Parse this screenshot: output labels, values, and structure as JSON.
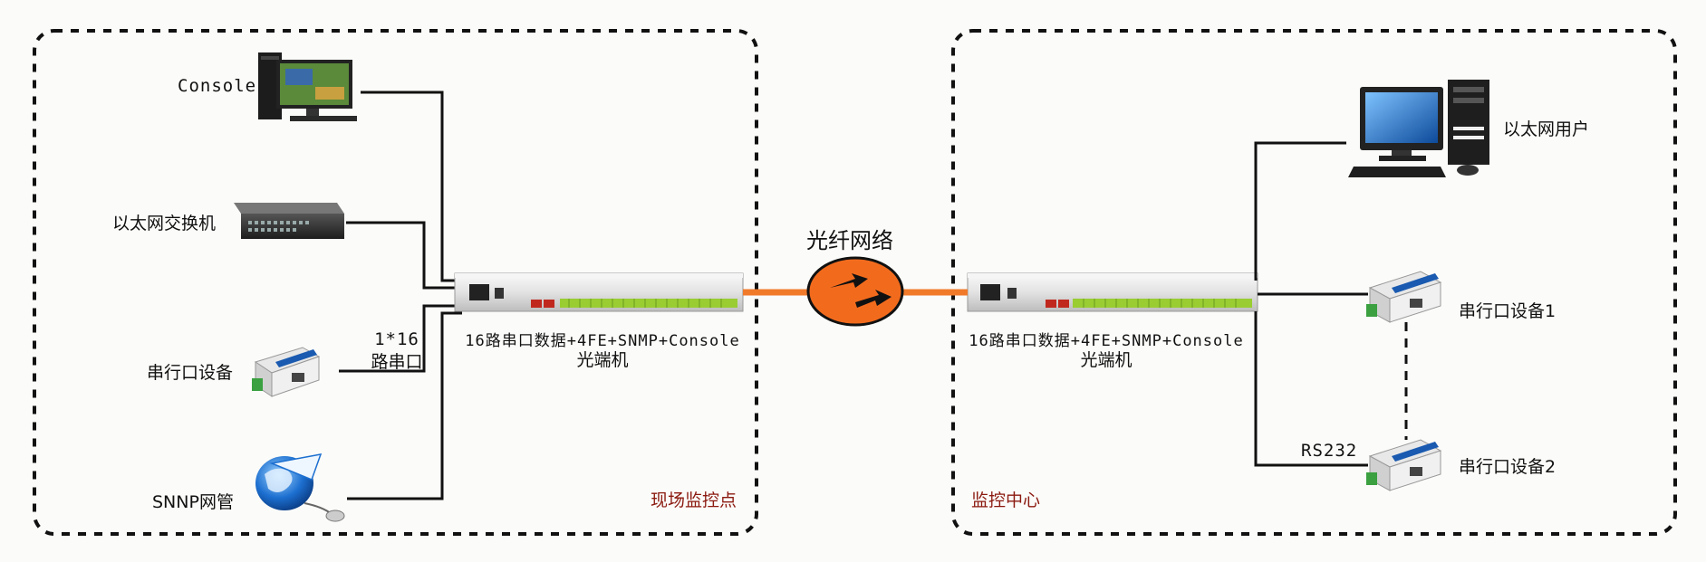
{
  "left_site": {
    "zone_label": "现场监控点",
    "console_label": "Console",
    "switch_label": "以太网交换机",
    "serial_label": "串行口设备",
    "serial_link_label_1": "1*16",
    "serial_link_label_2": "路串口",
    "snmp_label": "SNNP网管",
    "device_label_1": "16路串口数据+4FE+SNMP+Console",
    "device_label_2": "光端机"
  },
  "network": {
    "label": "光纤网络"
  },
  "right_site": {
    "zone_label": "监控中心",
    "ethernet_user_label": "以太网用户",
    "serial1_label": "串行口设备1",
    "serial2_label": "串行口设备2",
    "rs232_label": "RS232",
    "device_label_1": "16路串口数据+4FE+SNMP+Console",
    "device_label_2": "光端机"
  },
  "colors": {
    "fiber": "#f07a2a",
    "router_fill": "#f26b1d",
    "zone_text": "#8b1a10",
    "line": "#111111"
  },
  "icons": {
    "console": "desktop-computer-icon",
    "switch": "ethernet-switch-icon",
    "serial": "serial-converter-icon",
    "snmp": "globe-mouse-icon",
    "router": "router-symbol-icon"
  }
}
